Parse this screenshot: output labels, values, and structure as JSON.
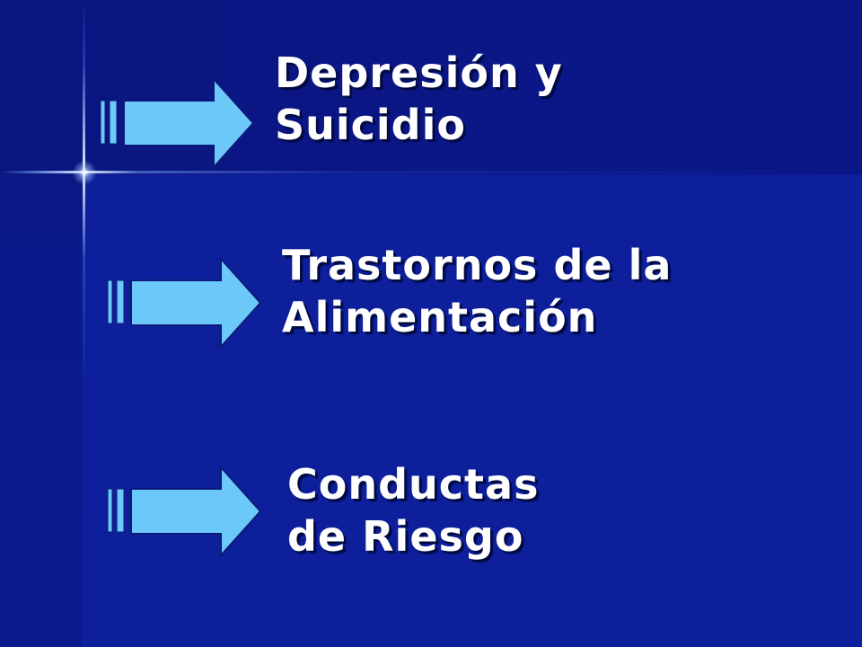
{
  "slide": {
    "background_color": "#0d1f9b",
    "accent_color": "#6cc8f8",
    "items": [
      {
        "icon": "arrow-right-icon",
        "line1": "Depresión y",
        "line2": "Suicidio"
      },
      {
        "icon": "arrow-right-icon",
        "line1": "Trastornos de la",
        "line2": "Alimentación"
      },
      {
        "icon": "arrow-right-icon",
        "line1": "Conductas",
        "line2": "de Riesgo"
      }
    ]
  }
}
